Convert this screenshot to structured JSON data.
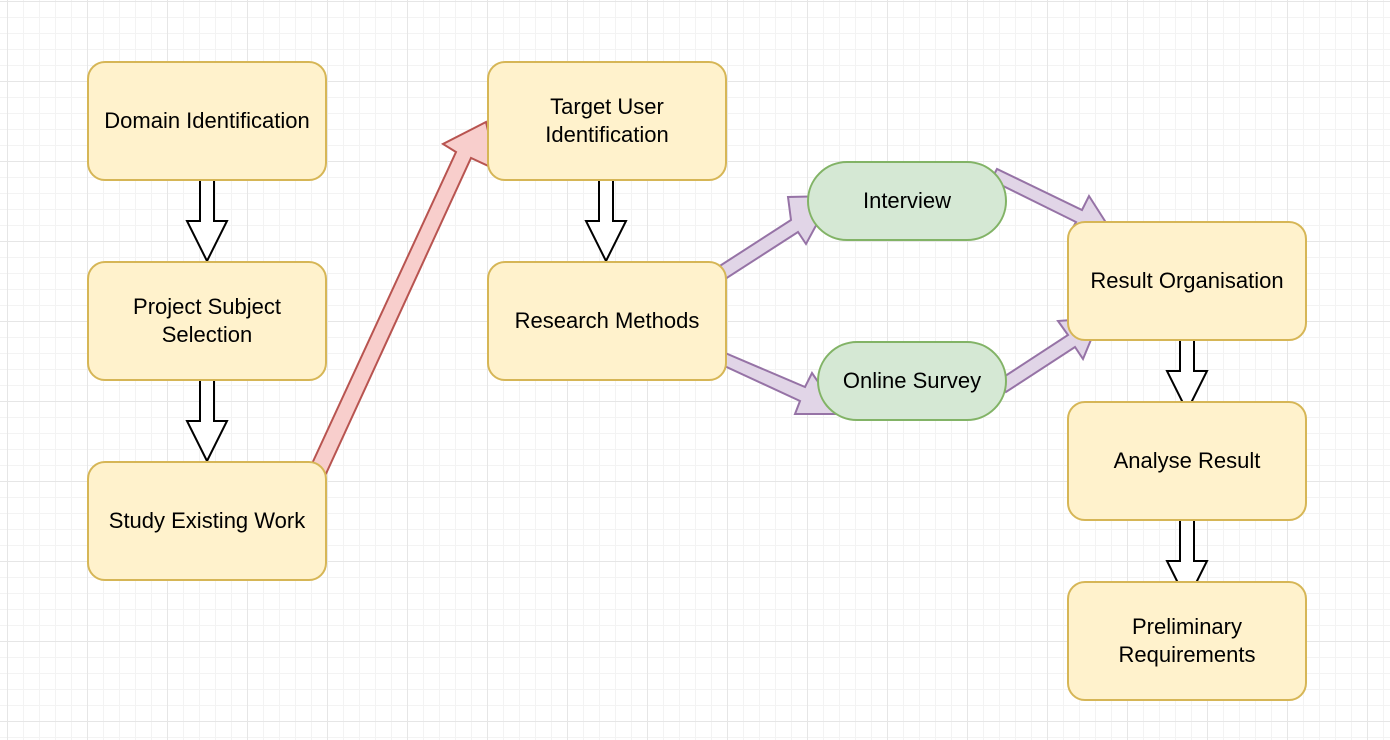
{
  "colors": {
    "process_fill": "#fff2cc",
    "process_stroke": "#d6b656",
    "terminal_fill": "#d5e8d4",
    "terminal_stroke": "#82b366",
    "flow_arrow_fill": "#ffffff",
    "flow_arrow_stroke": "#000000",
    "transition_arrow_fill": "#f8cecc",
    "transition_arrow_stroke": "#b85450",
    "method_arrow_fill": "#e1d5e7",
    "method_arrow_stroke": "#9673a6"
  },
  "nodes": {
    "domain_identification": "Domain Identification",
    "project_subject_selection": "Project Subject\nSelection",
    "study_existing_work": "Study Existing Work",
    "target_user_identification": "Target User\nIdentification",
    "research_methods": "Research Methods",
    "interview": "Interview",
    "online_survey": "Online Survey",
    "result_organisation": "Result Organisation",
    "analyse_result": "Analyse Result",
    "preliminary_requirements": "Preliminary\nRequirements"
  },
  "edges": [
    {
      "from": "domain_identification",
      "to": "project_subject_selection",
      "style": "flow"
    },
    {
      "from": "project_subject_selection",
      "to": "study_existing_work",
      "style": "flow"
    },
    {
      "from": "study_existing_work",
      "to": "target_user_identification",
      "style": "transition"
    },
    {
      "from": "target_user_identification",
      "to": "research_methods",
      "style": "flow"
    },
    {
      "from": "research_methods",
      "to": "interview",
      "style": "method"
    },
    {
      "from": "research_methods",
      "to": "online_survey",
      "style": "method"
    },
    {
      "from": "interview",
      "to": "result_organisation",
      "style": "method"
    },
    {
      "from": "online_survey",
      "to": "result_organisation",
      "style": "method"
    },
    {
      "from": "result_organisation",
      "to": "analyse_result",
      "style": "flow"
    },
    {
      "from": "analyse_result",
      "to": "preliminary_requirements",
      "style": "flow"
    }
  ]
}
